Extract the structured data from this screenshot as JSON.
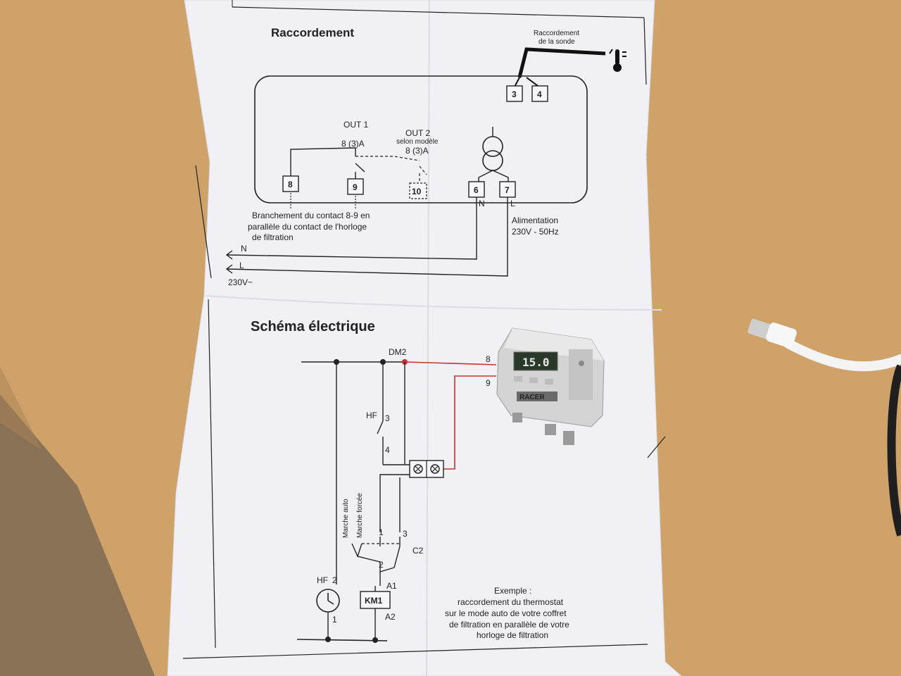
{
  "colors": {
    "table_wood": "#c99a60",
    "paper": "#f1f1f6",
    "ink": "#222222",
    "red_wire": "#c8322e",
    "device_body": "#d9d9d9",
    "display": "#2a3a2a"
  },
  "document": {
    "section1_title": "Raccordement",
    "probe_label_line1": "Raccordement",
    "probe_label_line2": "de la sonde",
    "terminals_top": [
      "3",
      "4"
    ],
    "out1_label": "OUT 1",
    "out1_rating": "8 (3)A",
    "out2_label": "OUT 2",
    "out2_sub": "selon modèle",
    "out2_rating": "8 (3)A",
    "terminals_bottom": [
      "8",
      "9",
      "10",
      "6",
      "7"
    ],
    "neutral_mark": "N",
    "line_mark": "L",
    "contact_note_line1": "Branchement du contact 8-9 en",
    "contact_note_line2": "parallèle du contact de l'horloge",
    "contact_note_line3": "de filtration",
    "power_label_line1": "Alimentation",
    "power_label_line2": "230V - 50Hz",
    "mains_n": "N",
    "mains_l": "L",
    "mains_voltage": "230V~",
    "section2_title": "Schéma électrique",
    "dm2_label": "DM2",
    "wire8_label": "8",
    "wire9_label": "9",
    "hf_label": "HF",
    "hf_pin3": "3",
    "hf_pin4": "4",
    "marche_auto": "Marche auto",
    "marche_forcee": "Marche forcée",
    "c2_pin1": "1",
    "c2_pin3": "3",
    "c2_pin2": "2",
    "c2_label": "C2",
    "clock_hf": "HF",
    "clock_pin2": "2",
    "clock_pin1": "1",
    "km1_a1": "A1",
    "km1_label": "KM1",
    "km1_a2": "A2",
    "example_line1": "Exemple :",
    "example_line2": "raccordement du thermostat",
    "example_line3": "sur le mode auto de votre coffret",
    "example_line4": "de filtration en parallèle de votre",
    "example_line5": "horloge de filtration",
    "device_display": "15.0",
    "device_brand": "RACER"
  }
}
